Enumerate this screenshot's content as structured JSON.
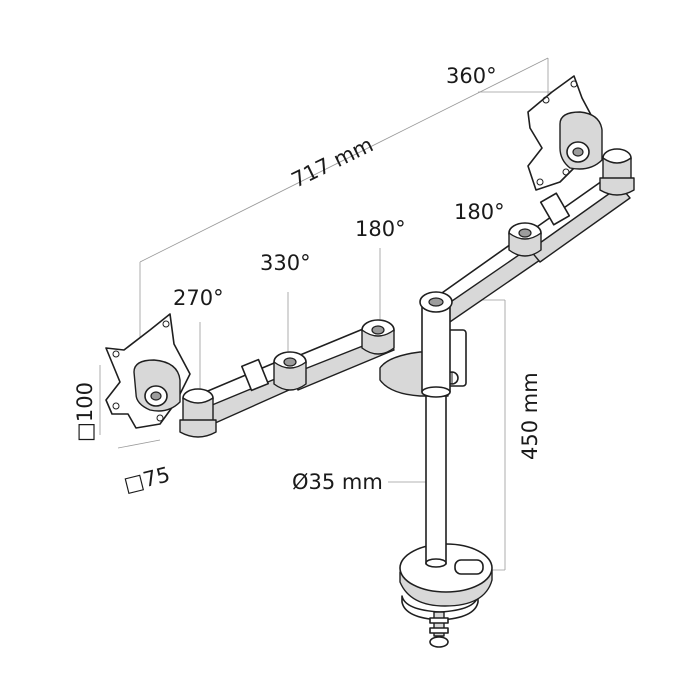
{
  "diagram": {
    "labels": {
      "width": "717 mm",
      "rot_right_vesa": "360°",
      "rot_right_joint": "180°",
      "rot_center_joint": "180°",
      "rot_left_mid": "330°",
      "rot_left_joint": "270°",
      "height": "450 mm",
      "pole_diameter": "Ø35 mm",
      "vesa_100": "□100",
      "vesa_75": "□75"
    },
    "colors": {
      "line": "#1f1f1f",
      "shade": "#d8d8d8",
      "dimension": "#9a9a9a"
    }
  }
}
